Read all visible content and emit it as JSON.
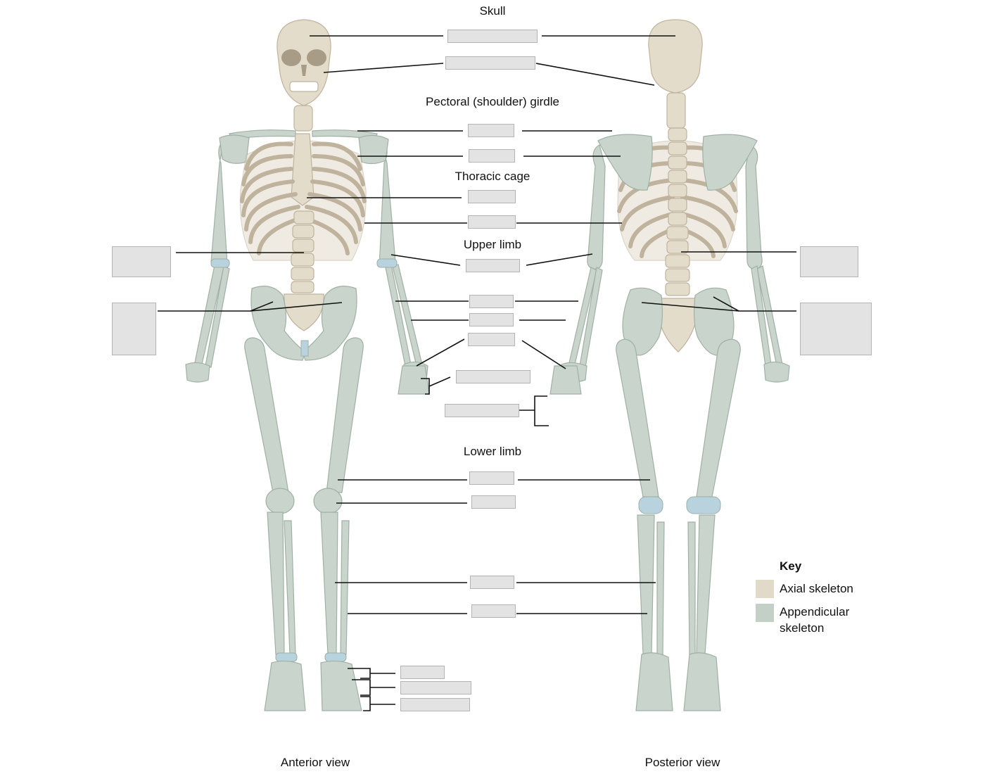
{
  "headings": {
    "skull": "Skull",
    "pectoral": "Pectoral (shoulder) girdle",
    "thoracic": "Thoracic cage",
    "upper_limb": "Upper limb",
    "lower_limb": "Lower limb"
  },
  "views": {
    "anterior": "Anterior view",
    "posterior": "Posterior view"
  },
  "key": {
    "title": "Key",
    "axial": "Axial skeleton",
    "appendicular_1": "Appendicular",
    "appendicular_2": "skeleton",
    "axial_color": "#e2dac9",
    "appendicular_color": "#c3d0c8"
  },
  "colors": {
    "axial_bone": "#e4dccb",
    "axial_outline": "#bfb39d",
    "appendicular_bone": "#c9d5cc",
    "appendicular_outline": "#9fb0a5",
    "cartilage": "#b8d2de",
    "label_box": "#e3e3e3"
  },
  "label_boxes_count_note": "blank label boxes"
}
